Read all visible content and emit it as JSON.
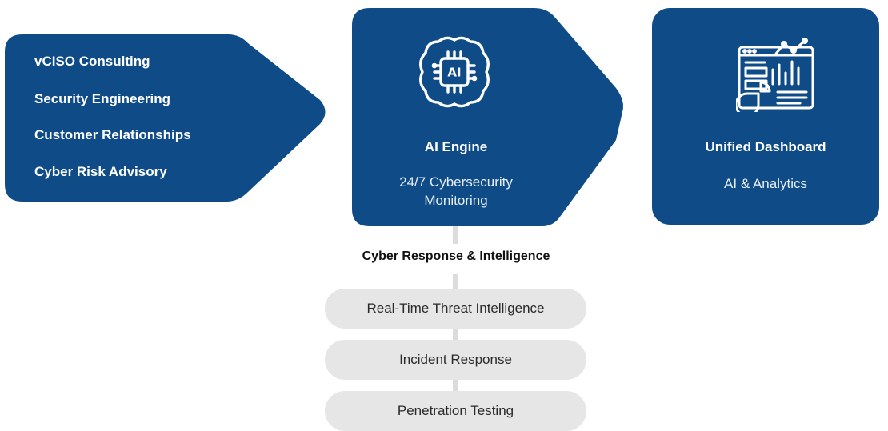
{
  "colors": {
    "primary": "#0f4c87",
    "pill_bg": "#e6e6e6",
    "connector": "#dcdcdc"
  },
  "services": {
    "items": [
      "vCISO Consulting",
      "Security Engineering",
      "Customer Relationships",
      "Cyber Risk Advisory"
    ]
  },
  "engine": {
    "icon": "ai-chip-icon",
    "title": "AI Engine",
    "subtitle_line1": "24/7 Cybersecurity",
    "subtitle_line2": "Monitoring",
    "chip_text": "AI"
  },
  "dashboard": {
    "icon": "dashboard-analytics-icon",
    "title": "Unified Dashboard",
    "subtitle": "AI & Analytics"
  },
  "response": {
    "label": "Cyber Response & Intelligence",
    "items": [
      "Real-Time Threat Intelligence",
      "Incident Response",
      "Penetration Testing"
    ]
  }
}
